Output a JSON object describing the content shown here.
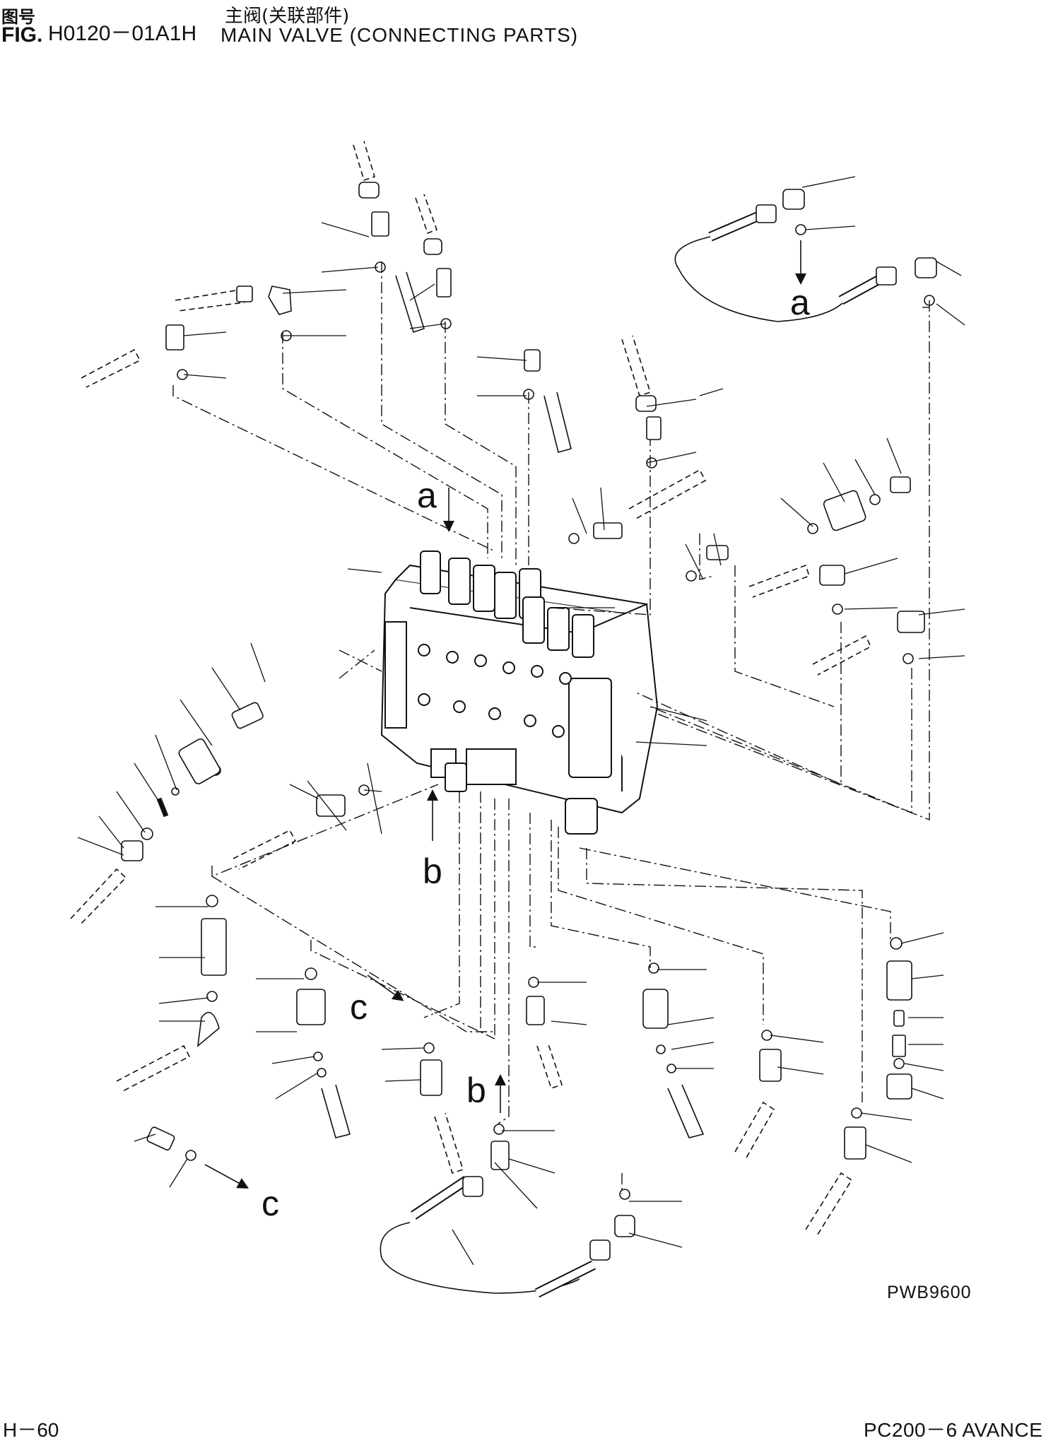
{
  "header": {
    "fig_label_cn": "图号",
    "fig_label_en": "FIG.",
    "fig_number": "H0120－01A1H",
    "title_cn": "主阀(关联部件)",
    "title_en": "MAIN VALVE (CONNECTING PARTS)"
  },
  "callouts": {
    "a": "a",
    "b": "b",
    "c": "c"
  },
  "footer": {
    "drawing_code": "PWB9600",
    "page_number": "H－60",
    "model": "PC200－6 AVANCE"
  }
}
